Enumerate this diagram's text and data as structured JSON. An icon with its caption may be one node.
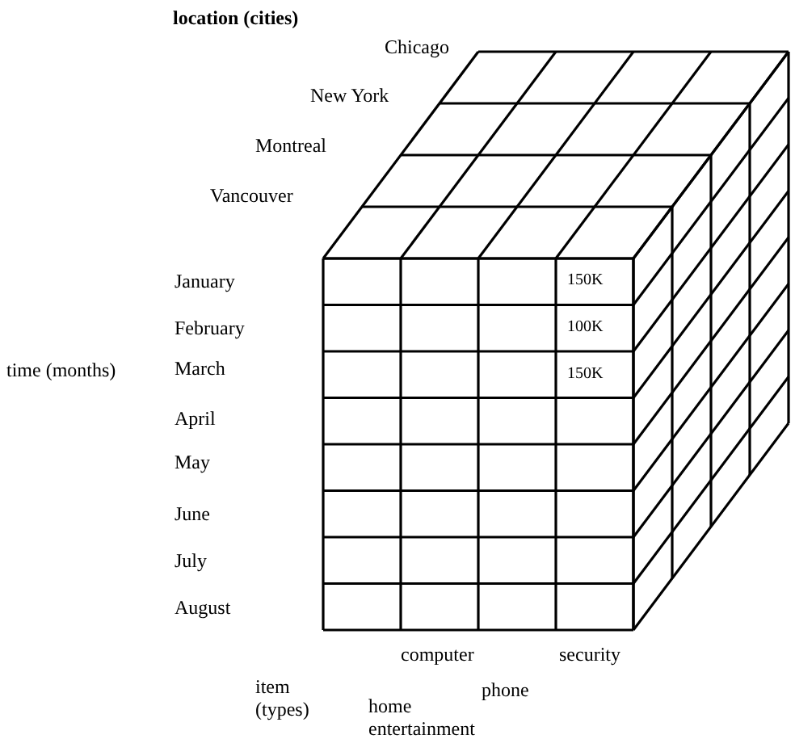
{
  "diagram": {
    "labels": [
      "location (cities)",
      "Chicago",
      "New York",
      "Montreal",
      "Vancouver",
      "January",
      "150K",
      "February",
      "100K",
      "March",
      "150K",
      "time (months)",
      "April",
      "May",
      "June",
      "July",
      "August",
      "computer",
      "security",
      "item (types)",
      "phone",
      "home entertainment"
    ]
  }
}
